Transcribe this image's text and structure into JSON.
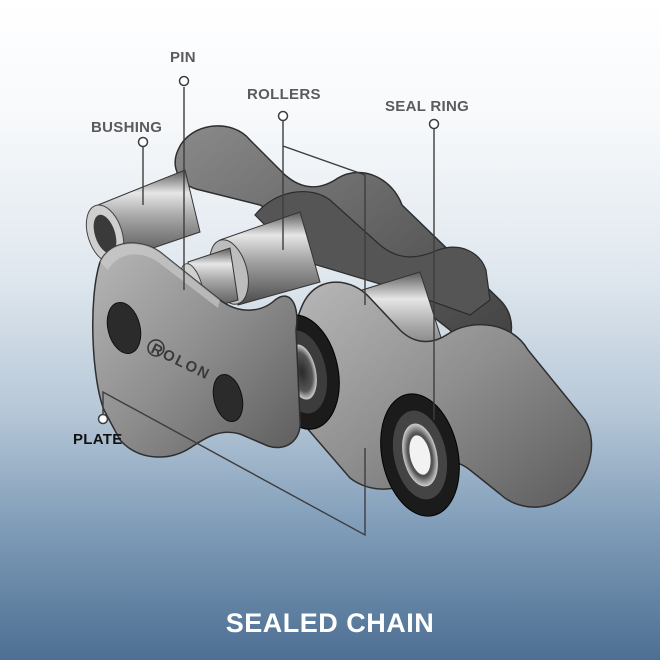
{
  "labels": {
    "pin": "PIN",
    "rollers": "ROLLERS",
    "bushing": "BUSHING",
    "seal_ring": "SEAL RING",
    "plate": "PLATE"
  },
  "brand": "ROLON",
  "title": "SEALED CHAIN",
  "colors": {
    "background_top": "#ffffff",
    "background_bottom": "#4d6f93",
    "steel": "#9a9a9a",
    "seal": "#1e1e1e",
    "label_text": "#5b5b5b",
    "title_text": "#ffffff"
  }
}
